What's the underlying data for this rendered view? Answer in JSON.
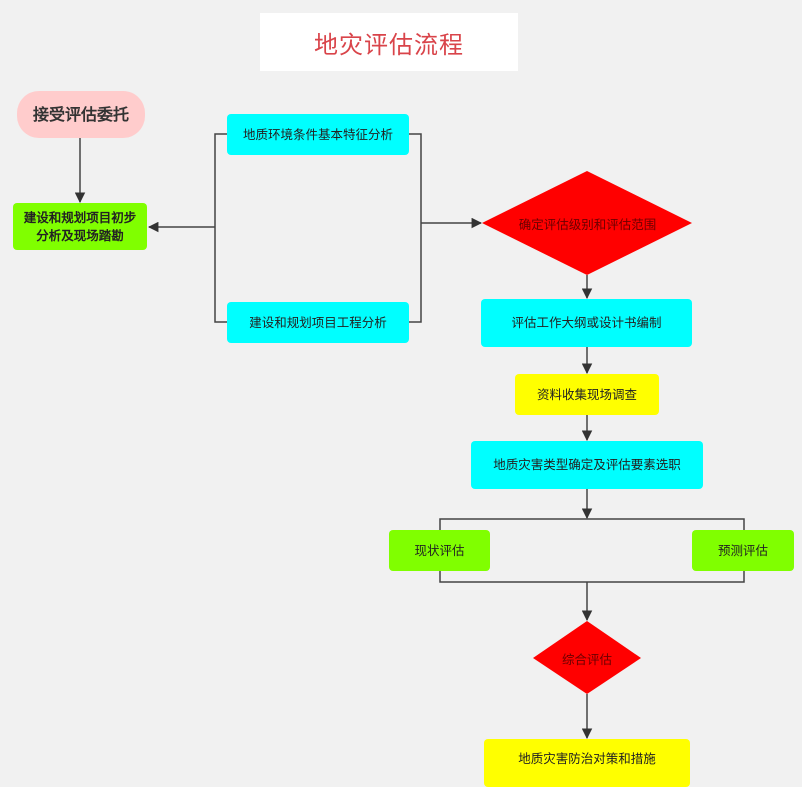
{
  "title": "地灾评估流程",
  "colors": {
    "background": "#f1f1f1",
    "title_text": "#d9444a",
    "start_fill": "#ffcccc",
    "green_fill": "#80ff00",
    "cyan_fill": "#00ffff",
    "yellow_fill": "#ffff00",
    "diamond_fill": "#ff0000",
    "connector": "#444444"
  },
  "nodes": {
    "start": "接受评估委托",
    "preliminary": "建设和规划项目初步分析及现场踏勘",
    "geo_env": "地质环境条件基本特征分析",
    "project_analysis": "建设和规划项目工程分析",
    "determine_level": "确定评估级别和评估范围",
    "outline": "评估工作大纲或设计书编制",
    "data_collection": "资料收集现场调查",
    "hazard_types": "地质灾害类型确定及评估要素选职",
    "current_eval": "现状评估",
    "predict_eval": "预测评估",
    "comprehensive": "综合评估",
    "measures": "地质灾害防治对策和措施"
  }
}
